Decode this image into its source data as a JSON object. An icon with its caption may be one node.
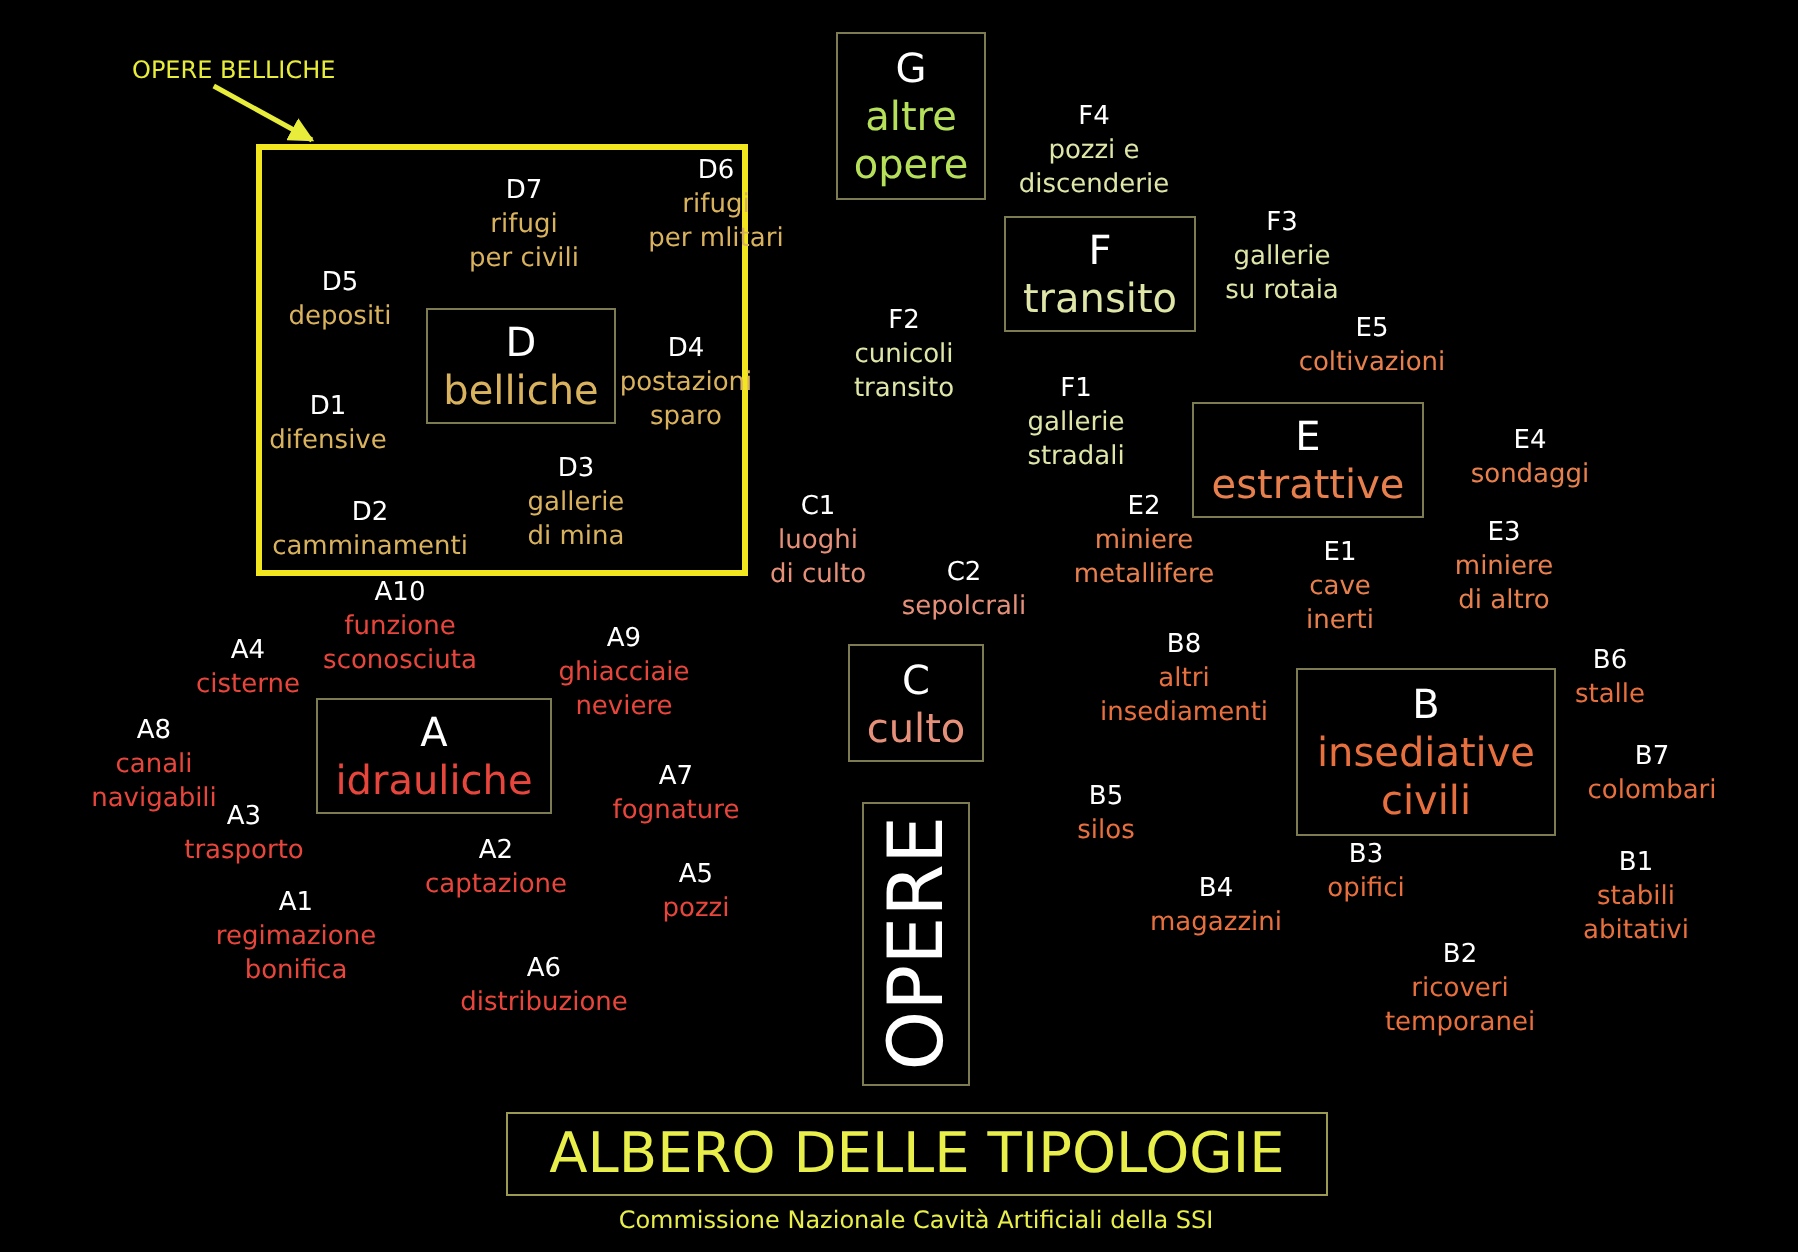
{
  "diagram": {
    "title": "ALBERO DELLE TIPOLOGIE",
    "caption": "Commissione Nazionale Cavità Artificiali della SSI",
    "nodes": [
      {
        "text": [
          "OPERE BELLICHE"
        ]
      },
      {
        "text": [],
        "shape": "box"
      },
      {
        "text": [
          "G",
          "altre opere"
        ]
      },
      {
        "text": [
          "D",
          "belliche"
        ],
        "in": 1
      },
      {
        "text": [
          "F",
          "transito"
        ]
      },
      {
        "text": [
          "E",
          "estrattive"
        ]
      },
      {
        "text": [
          "C",
          "culto"
        ]
      },
      {
        "text": [
          "A",
          "idrauliche"
        ]
      },
      {
        "text": [
          "B",
          "insediative civili"
        ]
      },
      {
        "text": [
          "OPERE"
        ]
      }
    ],
    "edges": [
      {
        "from": 0,
        "to": 1,
        "arrow": "to"
      }
    ],
    "labels": [
      "F4",
      "pozzi e discenderie",
      "D6",
      "rifugi per mlitari",
      "D7",
      "rifugi per civili",
      "F3",
      "gallerie su rotaia",
      "D5",
      "depositi",
      "F2",
      "cunicoli transito",
      "E5",
      "coltivazioni",
      "D4",
      "postazioni sparo",
      "F1",
      "gallerie stradali",
      "D1",
      "difensive",
      "E4",
      "sondaggi",
      "D3",
      "gallerie di mina",
      "C1",
      "luoghi di culto",
      "E2",
      "miniere metallifere",
      "D2",
      "camminamenti",
      "E3",
      "miniere di altro",
      "E1",
      "cave inerti",
      "C2",
      "sepolcrali",
      "A10",
      "funzione sconosciuta",
      "A9",
      "ghiacciaie neviere",
      "B8",
      "altri insediamenti",
      "A4",
      "cisterne",
      "B6",
      "stalle",
      "A8",
      "canali navigabili",
      "A7",
      "fognature",
      "B7",
      "colombari",
      "B5",
      "silos",
      "A3",
      "trasporto",
      "A2",
      "captazione",
      "B3",
      "opifici",
      "B1",
      "stabili abitativi",
      "A5",
      "pozzi",
      "B4",
      "magazzini",
      "A1",
      "regimazione bonifica",
      "B2",
      "ricoveri temporanei",
      "A6",
      "distribuzione"
    ]
  }
}
